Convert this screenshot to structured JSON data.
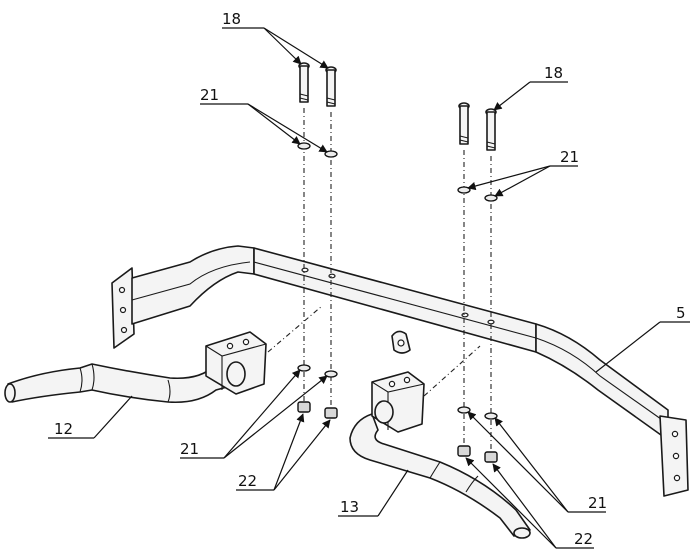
{
  "callouts": {
    "bolt_top_left": "18",
    "bolt_top_right": "18",
    "washer_top_left": "21",
    "washer_top_right": "21",
    "main_bar": "5",
    "left_handle": "12",
    "right_handle": "13",
    "washer_bottom_left": "21",
    "nut_bottom_left": "22",
    "washer_bottom_right": "21",
    "nut_bottom_right": "22"
  }
}
